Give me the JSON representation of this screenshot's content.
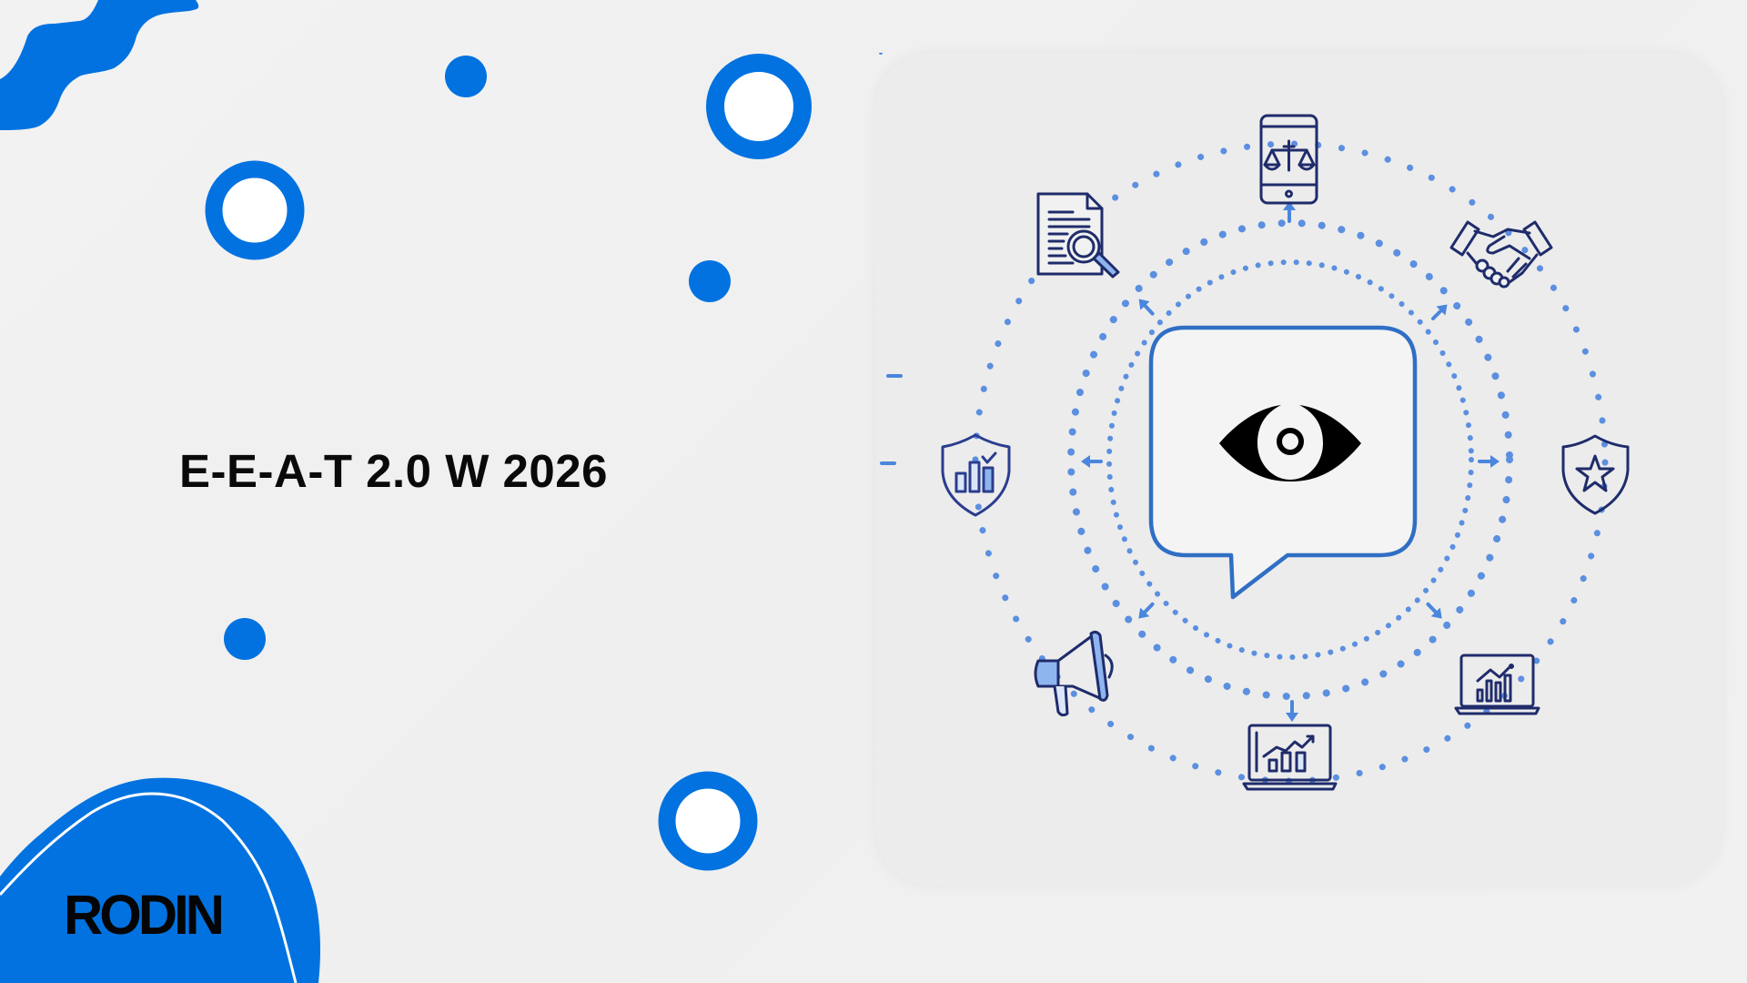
{
  "title": "E-E-A-T 2.0 W 2026",
  "logo": "RODIN",
  "colors": {
    "background": "#f0f0f0",
    "brand_blue": "#0272e0",
    "card": "#ececec",
    "dots": "#5b8fe0",
    "icon_stroke": "#1f2c6b",
    "bubble_stroke": "#2f6fc4",
    "title_text": "#0a0a0a"
  },
  "diagram": {
    "center_icon": "eye-icon",
    "center_container": "speech-bubble",
    "icons": [
      {
        "name": "document-search-icon",
        "position": "top-left"
      },
      {
        "name": "mobile-scales-icon",
        "position": "top"
      },
      {
        "name": "handshake-icon",
        "position": "top-right"
      },
      {
        "name": "shield-star-icon",
        "position": "right"
      },
      {
        "name": "laptop-chart-icon",
        "position": "bottom-right"
      },
      {
        "name": "laptop-growth-chart-icon",
        "position": "bottom"
      },
      {
        "name": "megaphone-icon",
        "position": "bottom-left"
      },
      {
        "name": "shield-chart-icon",
        "position": "left"
      }
    ],
    "rings": [
      "inner",
      "middle",
      "outer"
    ],
    "arrows": 8
  }
}
